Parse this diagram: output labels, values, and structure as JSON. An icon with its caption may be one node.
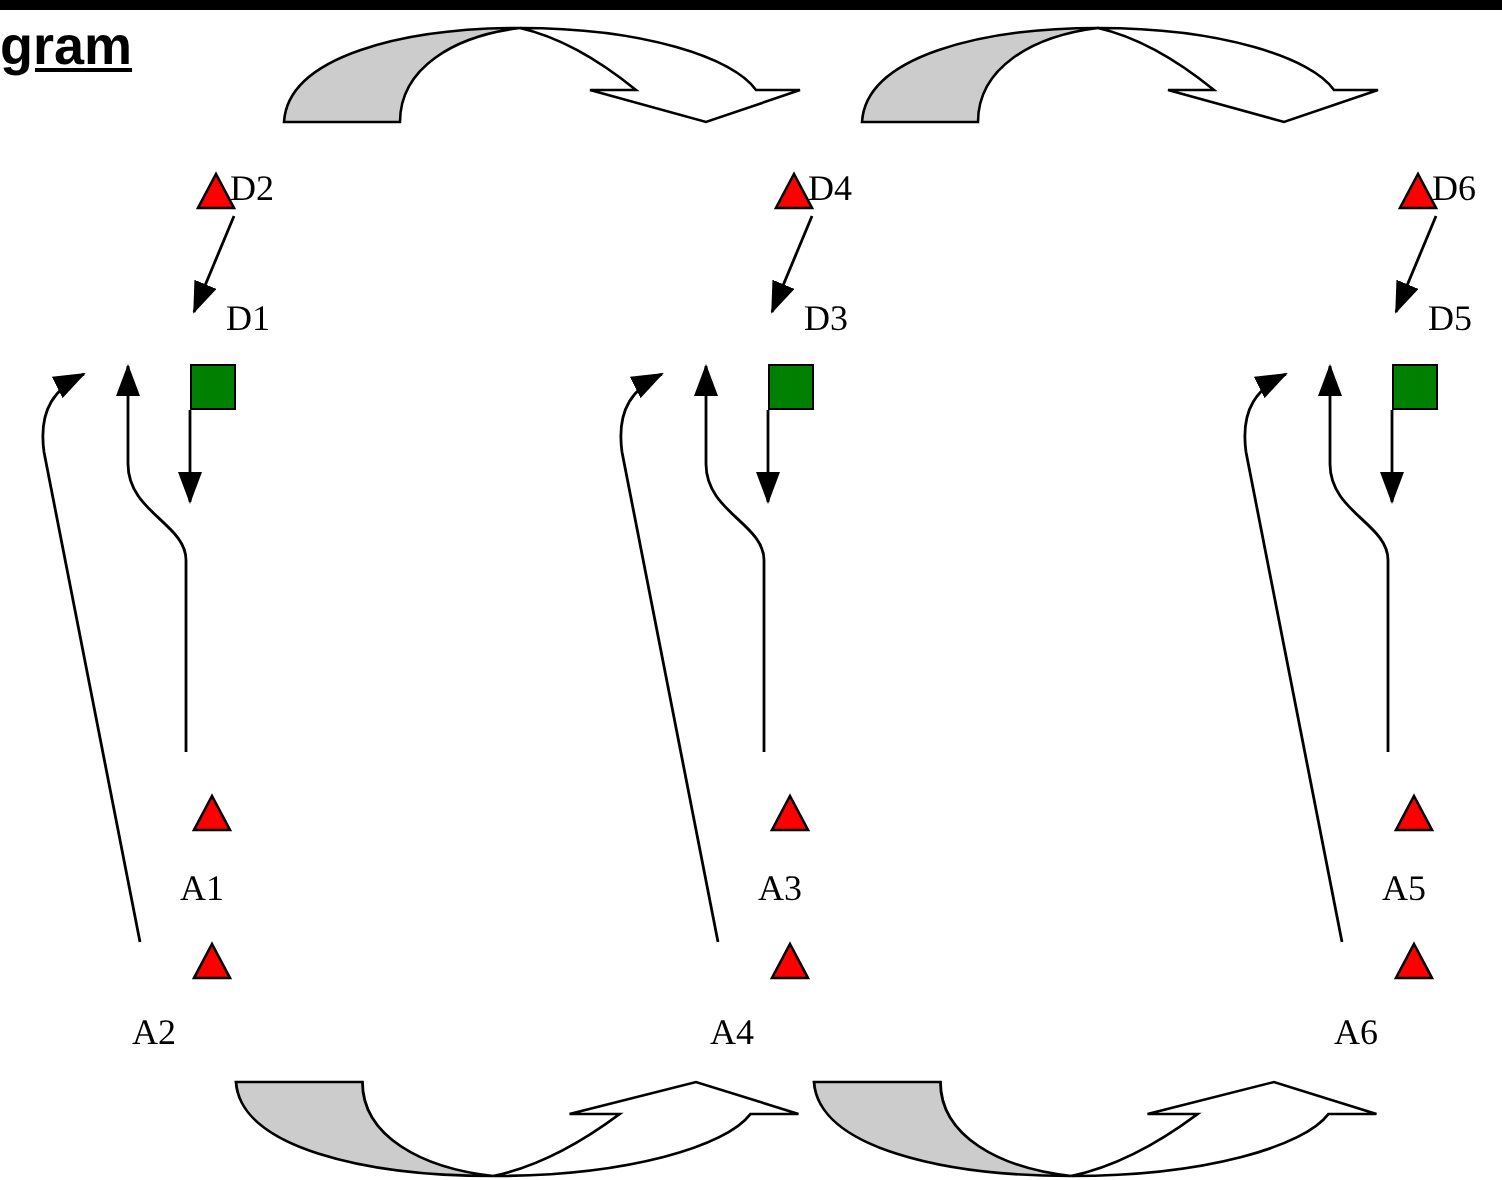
{
  "diagram": {
    "title": "gram",
    "nodes": [
      {
        "text": [
          "D2"
        ]
      },
      {
        "text": [
          "D4"
        ]
      },
      {
        "text": [
          "D6"
        ]
      },
      {
        "text": [
          "D1"
        ]
      },
      {
        "text": [
          "D3"
        ]
      },
      {
        "text": [
          "D5"
        ]
      },
      {
        "text": [],
        "shape": "box"
      },
      {
        "text": [],
        "shape": "box"
      },
      {
        "text": [],
        "shape": "box"
      },
      {
        "text": [
          "A1"
        ]
      },
      {
        "text": [
          "A3"
        ]
      },
      {
        "text": [
          "A5"
        ]
      },
      {
        "text": [
          "A2"
        ]
      },
      {
        "text": [
          "A4"
        ]
      },
      {
        "text": [
          "A6"
        ]
      }
    ],
    "edges": [
      {
        "from": 0,
        "to": 3,
        "arrow": "to"
      },
      {
        "from": 1,
        "to": 4,
        "arrow": "to"
      },
      {
        "from": 2,
        "to": 5,
        "arrow": "to"
      },
      {
        "from": 6,
        "to": null,
        "arrow": "to"
      },
      {
        "from": 7,
        "to": null,
        "arrow": "to"
      },
      {
        "from": 8,
        "to": null,
        "arrow": "to"
      },
      {
        "from": 9,
        "to": null,
        "arrow": "to"
      },
      {
        "from": 10,
        "to": null,
        "arrow": "to"
      },
      {
        "from": 11,
        "to": null,
        "arrow": "to"
      },
      {
        "from": 12,
        "to": null,
        "arrow": "to"
      },
      {
        "from": 13,
        "to": null,
        "arrow": "to"
      },
      {
        "from": 14,
        "to": null,
        "arrow": "to"
      }
    ]
  }
}
